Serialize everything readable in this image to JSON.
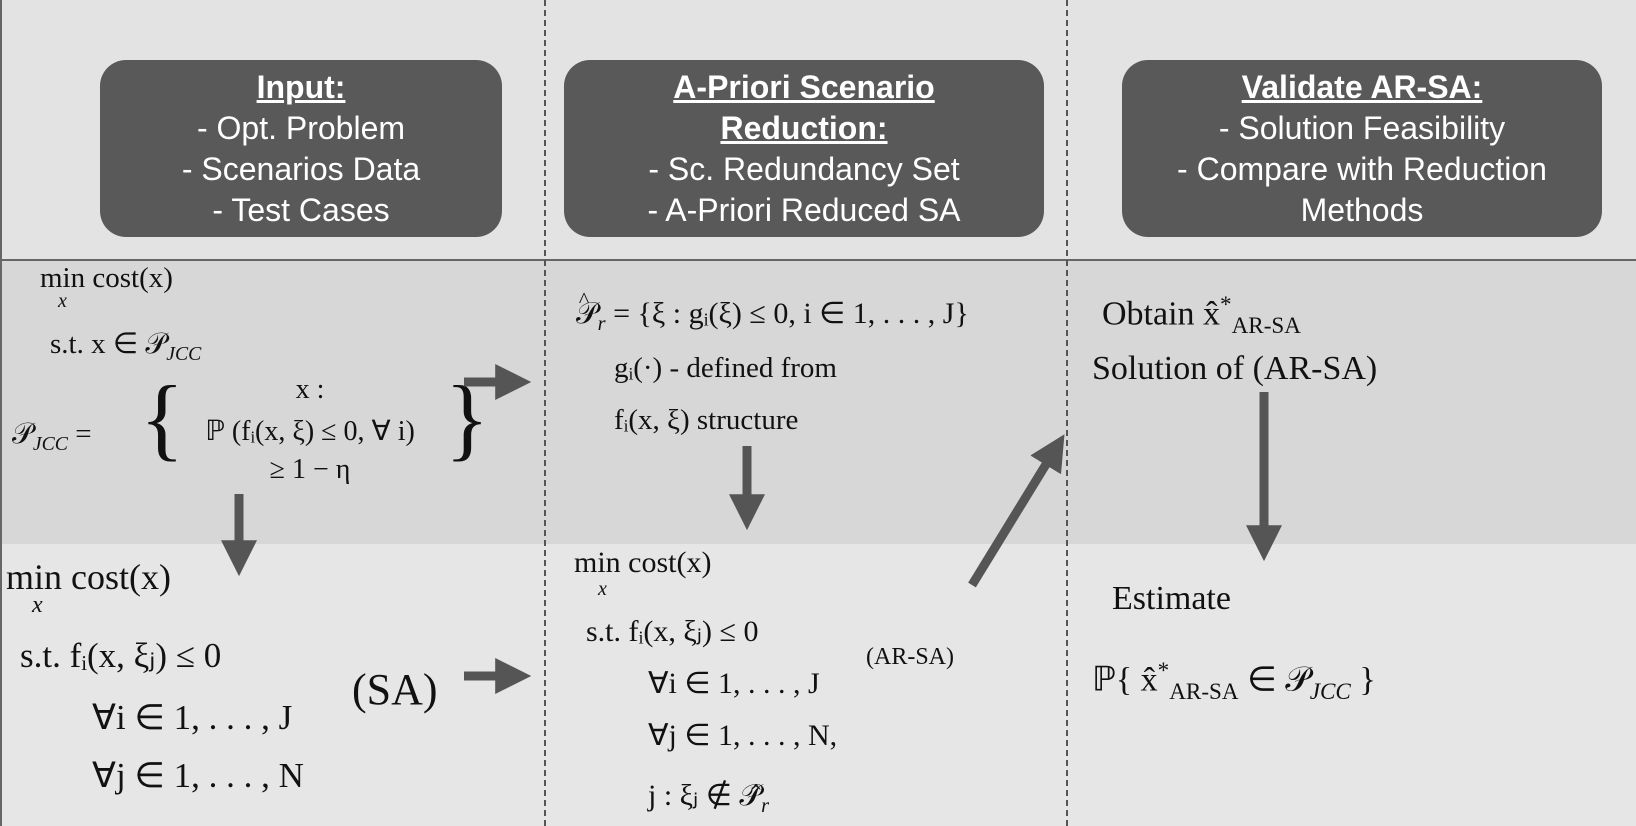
{
  "colors": {
    "box_fill": "#595959",
    "box_text": "#ffffff",
    "arrow": "#555555",
    "band_top": "#e3e3e3",
    "band_mid": "#d7d7d7",
    "band_bottom": "#e6e6e6"
  },
  "columns": [
    {
      "title": "Input:",
      "items": [
        "- Opt. Problem",
        "- Scenarios Data",
        "- Test Cases"
      ]
    },
    {
      "title_line1": "A-Priori Scenario",
      "title_line2": "Reduction:",
      "items": [
        "- Sc. Redundancy Set",
        "- A-Priori Reduced SA"
      ]
    },
    {
      "title": "Validate AR-SA:",
      "items": [
        "- Solution Feasibility",
        "- Compare with Reduction",
        "Methods"
      ]
    }
  ],
  "formulas": {
    "jcc_min": "min",
    "jcc_min_var": "x",
    "jcc_cost": "cost(x)",
    "jcc_st": "s.t. x ∈ 𝒫",
    "jcc_sub": "JCC",
    "jcc_set_lhs": "𝒫",
    "jcc_set_row1": "x :",
    "jcc_set_row2": "ℙ (fᵢ(x, ξ) ≤ 0, ∀ i)",
    "jcc_set_row3": "≥ 1 − η",
    "sa_min": "min",
    "sa_min_var": "x",
    "sa_cost": "cost(x)",
    "sa_st": "s.t.  fᵢ(x, ξⱼ) ≤ 0",
    "sa_forall_i": "∀i ∈ 1, . . . , J",
    "sa_forall_j": "∀j ∈ 1, . . . , N",
    "sa_label": "(SA)",
    "pr_def": "= {ξ :  gᵢ(ξ) ≤ 0, i ∈ 1, . . . , J}",
    "pr_symbol": "𝒫",
    "pr_sub": "r",
    "g_defined": "gᵢ(·) - defined from",
    "f_structure": "fᵢ(x, ξ) structure",
    "ar_min": "min",
    "ar_min_var": "x",
    "ar_cost": "cost(x)",
    "ar_st": "s.t.  fᵢ(x, ξⱼ) ≤ 0",
    "ar_forall_i": "∀i ∈ 1, . . . , J",
    "ar_forall_j": "∀j ∈ 1, . . . , N,",
    "ar_cond": "j :  ξⱼ ∉ 𝒫̂",
    "ar_cond_sub": "r",
    "ar_label": "(AR-SA)",
    "obtain": "Obtain x̂",
    "obtain_sup": "*",
    "obtain_sub": "AR-SA",
    "solution_of": "Solution of (AR-SA)",
    "estimate": "Estimate",
    "prob_open": "ℙ{ x̂",
    "prob_sup": "*",
    "prob_sub": "AR-SA",
    "prob_mid": " ∈ 𝒫",
    "prob_sub2": "JCC",
    "prob_close": " }"
  }
}
